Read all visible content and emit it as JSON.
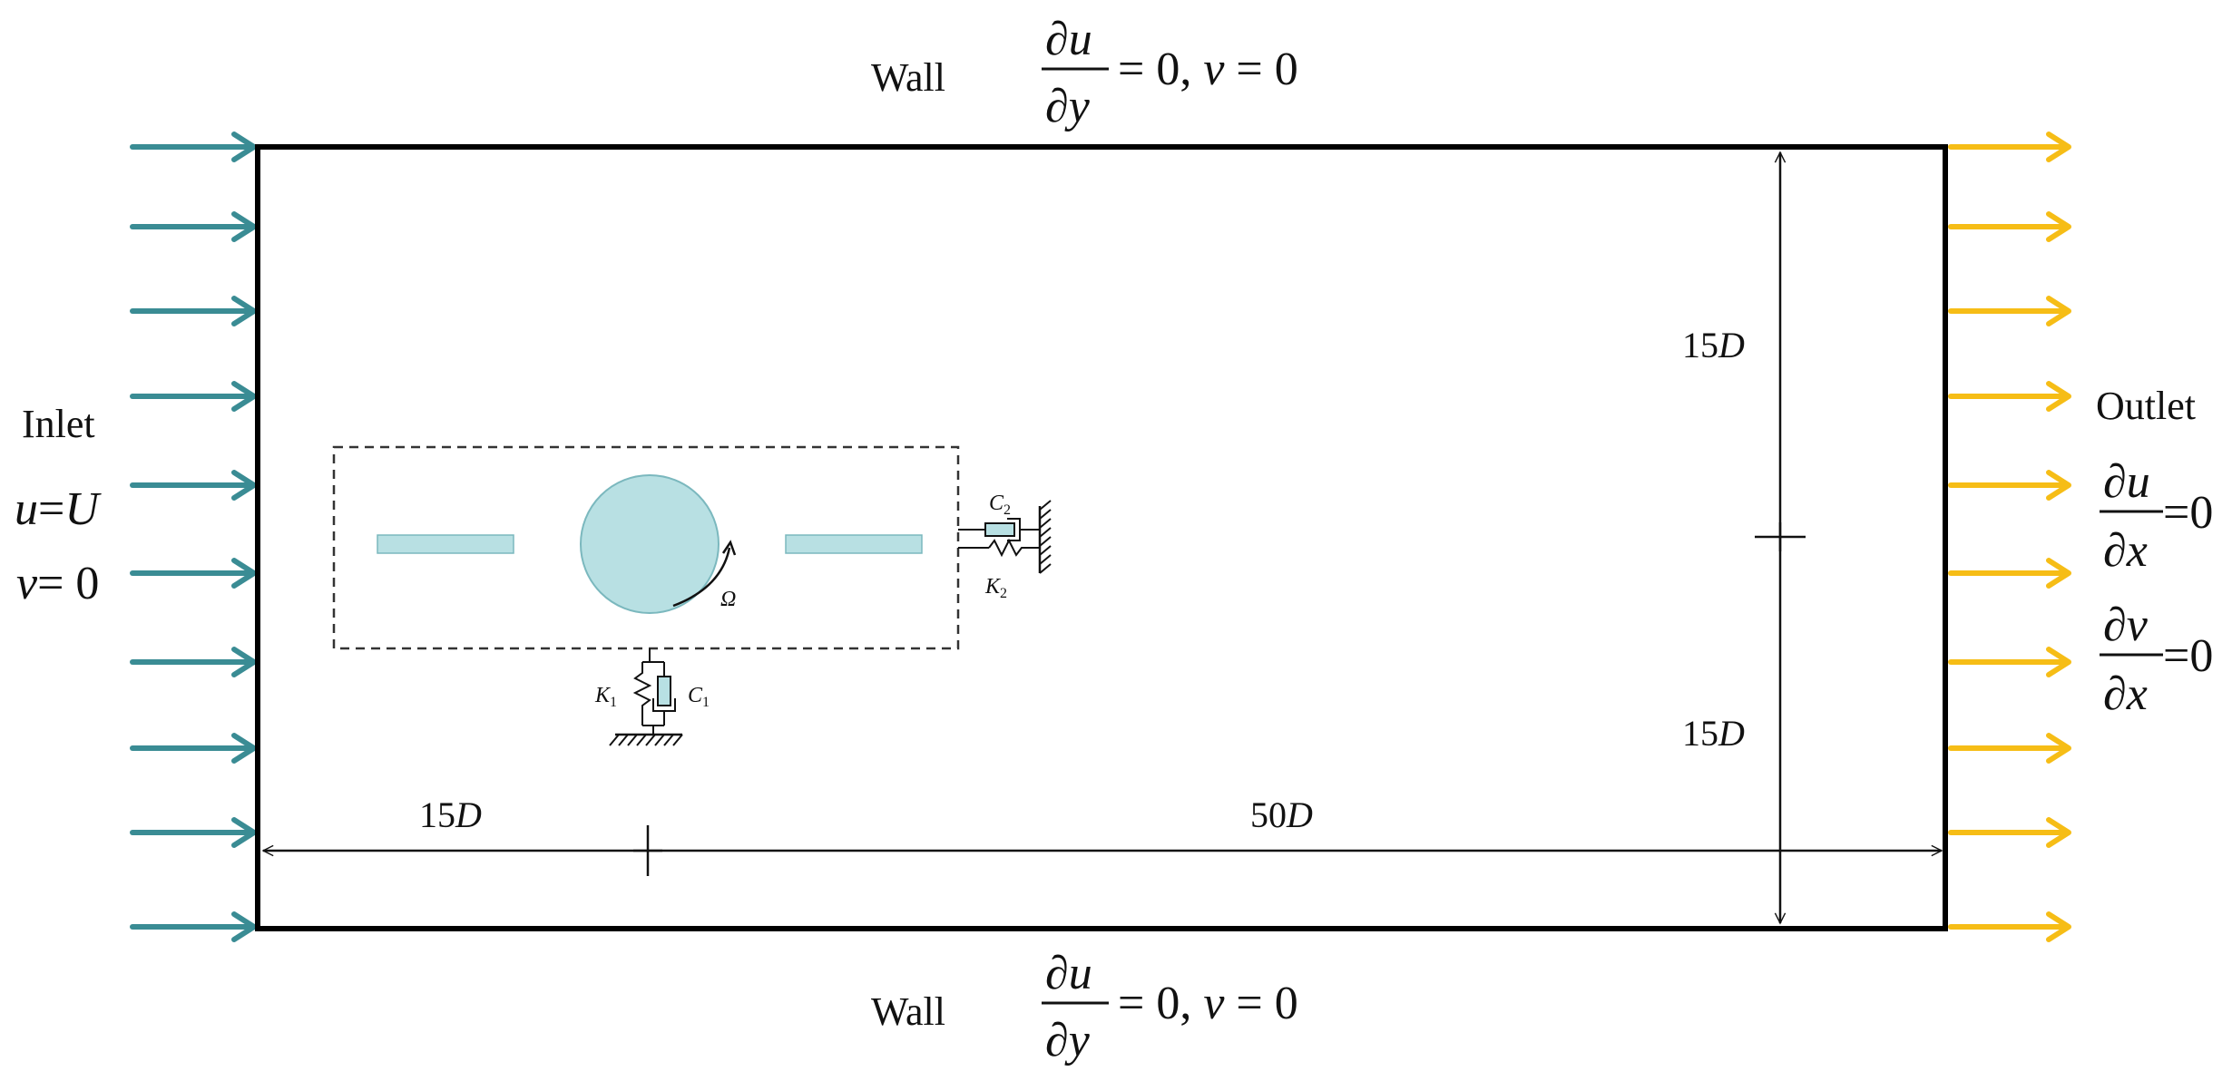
{
  "labels": {
    "wall_top": "Wall",
    "wall_bottom": "Wall",
    "inlet": "Inlet",
    "outlet": "Outlet"
  },
  "inlet_bc": {
    "u_var": "u",
    "u_eq": "=",
    "u_val": "U",
    "v_var": "v",
    "v_eq": "= 0"
  },
  "wall_bc": {
    "num": "∂u",
    "den": "∂y",
    "rest_prefix": "= 0, ",
    "rest_var": "v",
    "rest_suffix": " = 0"
  },
  "outlet_bc": {
    "u_num": "∂u",
    "u_den": "∂x",
    "v_num": "∂v",
    "v_den": "∂x",
    "eq": "=0"
  },
  "dimensions": {
    "upstream_num": "15",
    "downstream_num": "50",
    "height_top_num": "15",
    "height_bottom_num": "15",
    "unit": "D"
  },
  "mechanism": {
    "k1": "K",
    "k1_sub": "1",
    "c1": "C",
    "c1_sub": "1",
    "k2": "K",
    "k2_sub": "2",
    "c2": "C",
    "c2_sub": "2",
    "omega": "Ω"
  },
  "colors": {
    "inlet_arrow": "#3A8C94",
    "outlet_arrow": "#F6BD16",
    "body_fill": "#B8E0E3",
    "body_stroke": "#7BB8BE"
  }
}
